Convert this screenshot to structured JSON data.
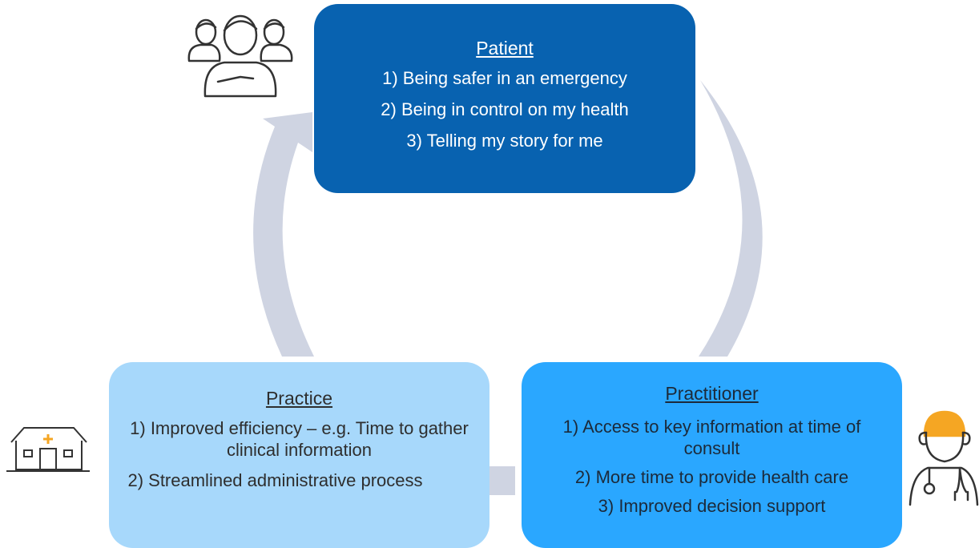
{
  "colors": {
    "arrow": "#cfd4e2",
    "patient_box": "#0862b0",
    "practice_box": "#a7d8fb",
    "practitioner_box": "#2aa7ff",
    "icon_accent": "#f5a623",
    "icon_stroke": "#333333"
  },
  "patient": {
    "title": "Patient",
    "items": [
      "1) Being safer in an emergency",
      "2) Being in control on my health",
      "3) Telling my story for me"
    ],
    "icon": "people-group-icon"
  },
  "practice": {
    "title": "Practice",
    "items": [
      "1) Improved efficiency – e.g. Time to gather clinical information",
      "2) Streamlined administrative process"
    ],
    "icon": "clinic-building-icon"
  },
  "practitioner": {
    "title": "Practitioner",
    "items": [
      "1) Access to key information at time of consult",
      "2) More time to provide health care",
      "3) Improved decision support"
    ],
    "icon": "doctor-stethoscope-icon"
  }
}
